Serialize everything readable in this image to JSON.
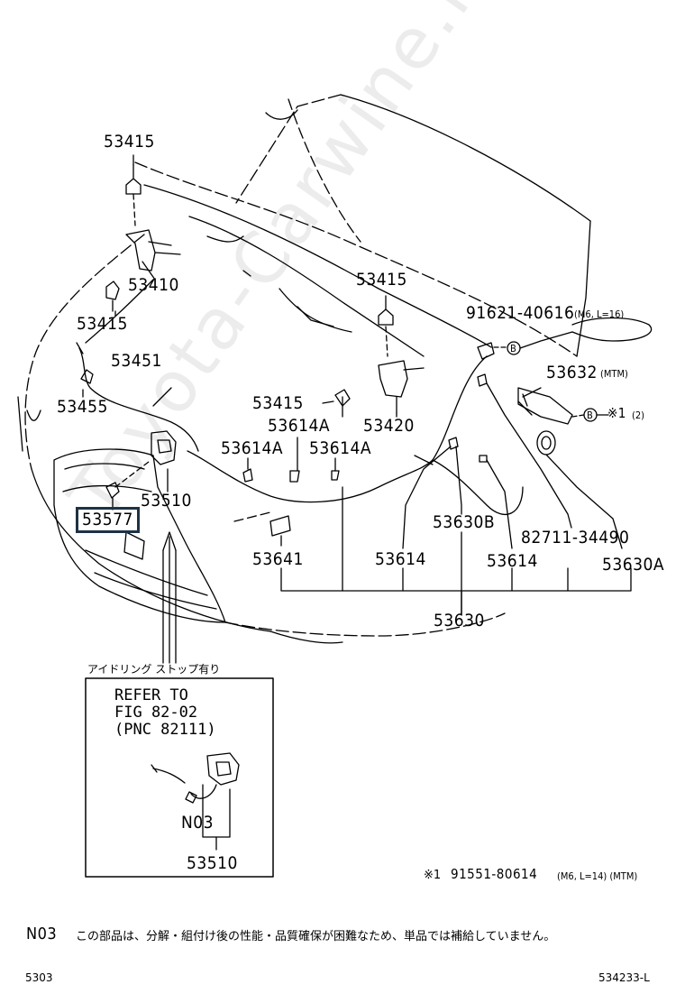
{
  "watermark": "Toyota-Carwine.ru",
  "labels": {
    "p53415_a": "53415",
    "p53410": "53410",
    "p53415_b": "53415",
    "p53451": "53451",
    "p53455": "53455",
    "p53577": "53577",
    "p53510": "53510",
    "p53415_c": "53415",
    "p53415_d": "53415",
    "p53420": "53420",
    "p53614A_a": "53614A",
    "p53614A_b": "53614A",
    "p53614A_c": "53614A",
    "p91621": "91621-40616",
    "p91621_spec": "(M6, L=16)",
    "p53632": "53632",
    "p53632_spec": "(MTM)",
    "circ_b1": "B",
    "circ_b2": "B",
    "note1_ref": "※1",
    "note1_qty": "(2)",
    "p53641": "53641",
    "p53614_a": "53614",
    "p53630B": "53630B",
    "p82711": "82711-34490",
    "p53614_b": "53614",
    "p53630A": "53630A",
    "p53630": "53630"
  },
  "inset": {
    "caption": "アイドリング ストップ有り",
    "refer": [
      "REFER TO",
      "FIG 82-02",
      "(PNC 82111)"
    ],
    "n03": "N03",
    "part": "53510"
  },
  "footnote": {
    "mark": "※1",
    "part": "91551-80614",
    "spec": "(M6, L=14) (MTM)"
  },
  "notes": {
    "code": "N03",
    "text": "この部品は、分解・組付け後の性能・品質確保が困難なため、単品では補給していません。"
  },
  "footer": {
    "left": "5303",
    "right": "534233-L"
  }
}
